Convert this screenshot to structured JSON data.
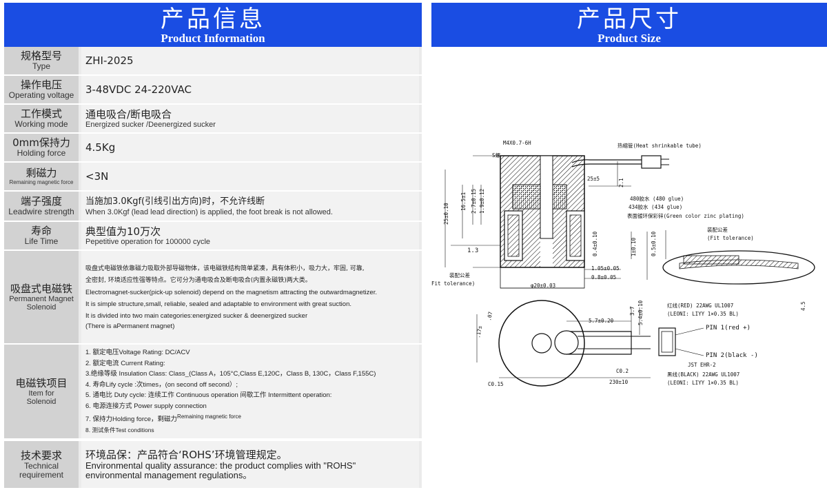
{
  "header_left": {
    "zh": "产品信息",
    "en": "Product Information"
  },
  "header_right": {
    "zh": "产品尺寸",
    "en": "Product Size"
  },
  "rows": {
    "type": {
      "label_zh": "规格型号",
      "label_en": "Type",
      "value": "ZHI-2025"
    },
    "voltage": {
      "label_zh": "操作电压",
      "label_en": "Operating voltage",
      "value": "3-48VDC 24-220VAC"
    },
    "mode": {
      "label_zh": "工作模式",
      "label_en": "Working mode",
      "value_zh": "通电吸合/断电吸合",
      "value_en": "Energized sucker /Deenergized sucker"
    },
    "holding": {
      "label_zh": "0mm保持力",
      "label_en": "Holding force",
      "value": "4.5Kg"
    },
    "remaining": {
      "label_zh": "剩磁力",
      "label_en": "Remaining magnetic force",
      "value": "<3N"
    },
    "terminal": {
      "label_zh": "端子强度",
      "label_en": "Leadwire strength",
      "value_zh": "当施加3.0Kgf(引线引出方向)时，不允许线断",
      "value_en": "When 3.0Kgf (lead lead direction) is applied, the foot break is not allowed."
    },
    "life": {
      "label_zh": "寿命",
      "label_en": "Life Time",
      "value_zh": "典型值为10万次",
      "value_en": "Pepetitive operation for  100000 cycle"
    },
    "permanent": {
      "label_zh": "吸盘式电磁铁",
      "label_en": "Permanent Magnet Solenoid",
      "lines": [
        "吸盘式电磁铁依靠磁力吸取外部导磁物体，该电磁铁结构简单紧凑，具有体积小，吸力大，牢固, 可靠,",
        "全密封, 环境适应性强等特点。它可分为通电吸合及断电吸合(内置永磁铁)两大类。",
        "Electromagnet-sucker(pick-up solenoid) depend on the magnetism attracting the outwardmagnetizer.",
        "It is simple structure,small, reliable, sealed and adaptable to environment with great suction.",
        "It is divided into two main categories:energized sucker & deenergized sucker",
        "(There is aPermanent magnet)"
      ]
    },
    "items": {
      "label_zh": "电磁铁项目",
      "label_en": "Item for Solenoid",
      "lines": [
        "1. 额定电压Voltage Rating: DC/ACV",
        "2. 额定电流  Current Rating:",
        "3.绝缘等级 Insulation Class: Class_(Class A，105°C,Class E,120C，Class B, 130C，Class F,155C)",
        "4. 寿命Lify cycle :次times，(on second off  second）;",
        "5. 通电比  Duty cycle: 连续工作 Continuous operation 间歇工作 Intermittent operation:",
        "6. 电源连接方式 Power supply connection",
        "7. 保持力Holding force，剩磁力",
        "8. 测试条件Test conditions"
      ],
      "line7_sup": "Remaining magnetic force"
    },
    "tech": {
      "label_zh": "技术要求",
      "label_en": "Technical requirement",
      "value_zh": "环境品保：产品符合‘ROHS’环境管理规定。",
      "value_en1": "Environmental quality assurance: the product complies with \"ROHS\"",
      "value_en2": "environmental management regulations。"
    }
  },
  "drawing": {
    "thread": "M4X0.7-6H",
    "s_label": "S螺",
    "heat_tube": "热缩管(Heat shrinkable tube)",
    "dim_25_5": "25±5",
    "glue480": "480胶水 (480 glue)",
    "glue434": "434胶水 (434 glue)",
    "plating": "表面镀环保彩锌(Green color zinc plating)",
    "dim_h_25": "25±0.10",
    "dim_16_5": "16.5±1",
    "dim_2_7": "2.7±0.15",
    "dim_1_9": "1.9±0.12",
    "dim_2_1": "2.1",
    "dim_0_4": "0.4±0.10",
    "dim_1_0_10": "1±0.10",
    "dim_0_5": "0.5±0.10",
    "dim_1_3": "1.3",
    "fit_tol_left": "装配公差",
    "fit_tol_left_en": "Fit tolerance)",
    "dim_1_05": "1.05±0.05",
    "dim_0_8": "0.8±0.05",
    "dim_phi20": "φ20±0.03",
    "fit_tol_right": "装配公差",
    "fit_tol_right_en": "(Fit tolerance)",
    "dim_4_5": "4.5",
    "red_wire": "红线(RED) 22AWG UL1007",
    "red_wire_spec": "(LEONI: LIYY 1×0.35 BL)",
    "pin1": "PIN 1(red +)",
    "pin2": "PIN 2(black -)",
    "jst": "JST EHR-2",
    "black_wire": "黑线(BLACK) 22AWG UL1007",
    "black_wire_spec": "(LEONI: LIYY 1×0.35 BL)",
    "dim_5_7": "5.7±0.20",
    "dim_3_7": "3.7",
    "dim_5_4": "5.4±0.10",
    "dim_c02": "C0.2",
    "dim_c015": "C0.15",
    "dim_230": "230±10",
    "dim_07": ".07",
    "dim_17": ".17±"
  }
}
